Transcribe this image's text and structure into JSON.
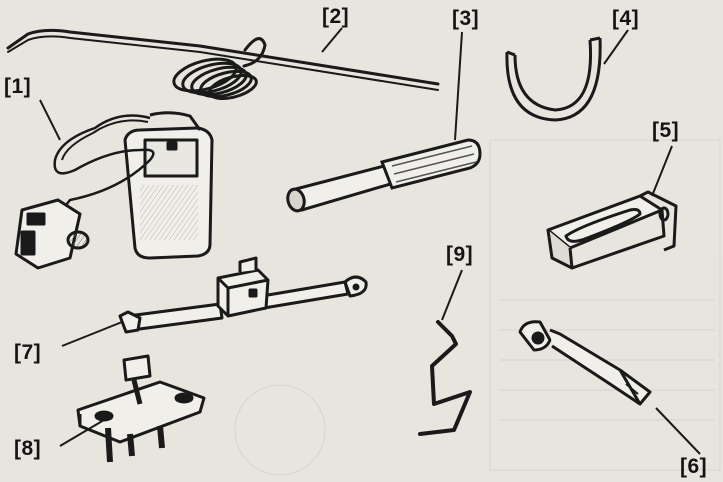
{
  "figure": {
    "callouts": [
      {
        "id": "1",
        "text": "[1]",
        "tool": "digital-meter-with-probe"
      },
      {
        "id": "2",
        "text": "[2]",
        "tool": "spring-wire-tool"
      },
      {
        "id": "3",
        "text": "[3]",
        "tool": "drift-pin"
      },
      {
        "id": "4",
        "text": "[4]",
        "tool": "spring-clip"
      },
      {
        "id": "5",
        "text": "[5]",
        "tool": "angle-bracket"
      },
      {
        "id": "6",
        "text": "[6]",
        "tool": "offset-wrench"
      },
      {
        "id": "7",
        "text": "[7]",
        "tool": "adjustable-bar-gauge"
      },
      {
        "id": "8",
        "text": "[8]",
        "tool": "puller-plate"
      },
      {
        "id": "9",
        "text": "[9]",
        "tool": "bent-wire-hook"
      }
    ],
    "colors": {
      "paper": "#e8e5de",
      "ink": "#1a1a1a",
      "shade": "#9a9690"
    }
  }
}
